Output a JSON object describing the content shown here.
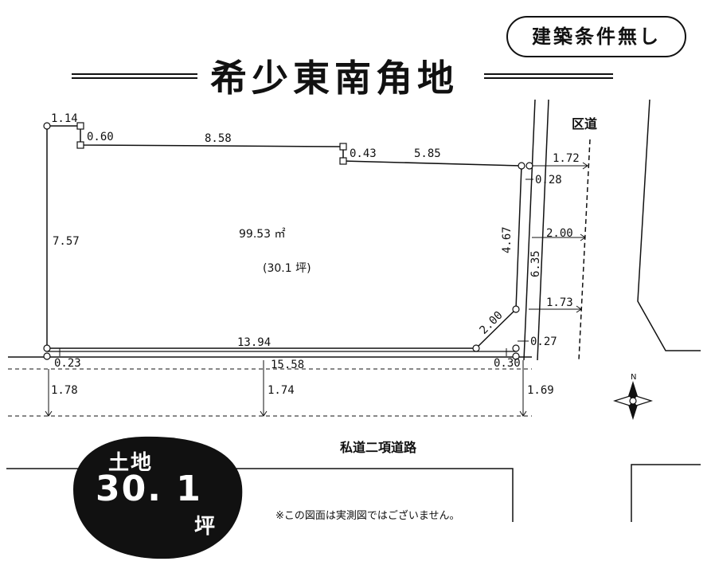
{
  "title": "希少東南角地",
  "badge": "建築条件無し",
  "area": {
    "sqm": "99.53 ㎡",
    "tsubo": "(30.1 坪)"
  },
  "land_blob": {
    "label": "土地",
    "value": "30. 1",
    "unit": "坪"
  },
  "roads": {
    "private": "私道二項道路",
    "ward": "区道"
  },
  "note": "※この図面は実測図ではございません。",
  "compass": "N",
  "dims": {
    "d_114": "1.14",
    "d_060": "0.60",
    "d_858": "8.58",
    "d_043": "0.43",
    "d_585": "5.85",
    "d_172": "1.72",
    "d_028": "0.28",
    "d_757": "7.57",
    "d_467": "4.67",
    "d_635": "6.35",
    "d_200a": "2.00",
    "d_173": "1.73",
    "d_200b": "2.00",
    "d_1394": "13.94",
    "d_027": "0.27",
    "d_023": "0.23",
    "d_1558": "15.58",
    "d_030": "0.30",
    "d_178": "1.78",
    "d_174": "1.74",
    "d_169": "1.69"
  }
}
